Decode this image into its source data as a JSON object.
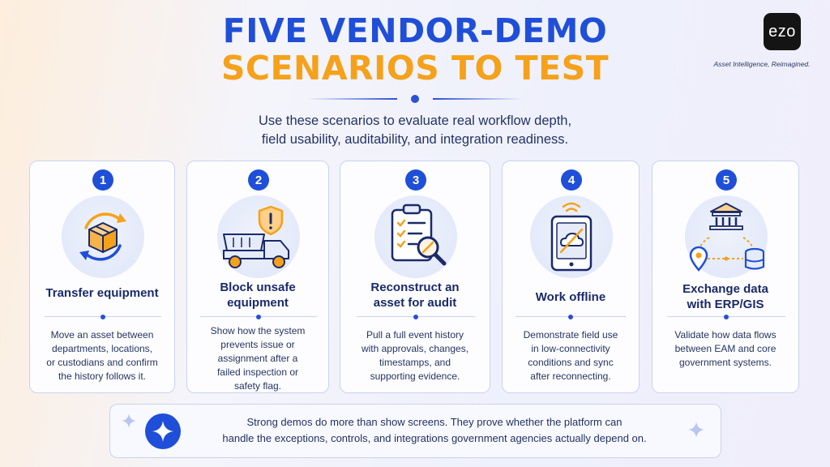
{
  "header": {
    "title_line1": "FIVE VENDOR-DEMO",
    "title_line2": "SCENARIOS TO TEST",
    "subtitle_line1": "Use these scenarios to evaluate real workflow depth,",
    "subtitle_line2": "field usability, auditability, and integration readiness."
  },
  "brand": {
    "logo_text": "ezo",
    "tagline": "Asset Intelligence, Reimagined."
  },
  "cards": [
    {
      "number": "1",
      "icon": "box-transfer-icon",
      "title_line1": "Transfer equipment",
      "title_line2": "",
      "desc": [
        "Move an asset between",
        "departments, locations,",
        "or custodians and confirm",
        "the history follows it."
      ]
    },
    {
      "number": "2",
      "icon": "truck-warning-icon",
      "title_line1": "Block unsafe",
      "title_line2": "equipment",
      "desc": [
        "Show how the system",
        "prevents issue or",
        "assignment after a",
        "failed inspection or",
        "safety flag."
      ]
    },
    {
      "number": "3",
      "icon": "clipboard-search-icon",
      "title_line1": "Reconstruct an",
      "title_line2": "asset for audit",
      "desc": [
        "Pull a full event history",
        "with approvals, changes,",
        "timestamps, and",
        "supporting evidence."
      ]
    },
    {
      "number": "4",
      "icon": "tablet-offline-icon",
      "title_line1": "Work offline",
      "title_line2": "",
      "desc": [
        "Demonstrate field use",
        "in low-connectivity",
        "conditions and sync",
        "after reconnecting."
      ]
    },
    {
      "number": "5",
      "icon": "erp-gis-exchange-icon",
      "title_line1": "Exchange data",
      "title_line2": "with ERP/GIS",
      "desc": [
        "Validate how data flows",
        "between EAM and core",
        "government systems."
      ]
    }
  ],
  "footer": {
    "line1": "Strong demos do more than show screens. They prove whether the platform can",
    "line2": "handle the exceptions, controls, and integrations government agencies actually depend on."
  },
  "colors": {
    "primary_blue": "#1f4fd8",
    "accent_orange": "#f5a11a",
    "card_border": "#c9d3f0",
    "text_dark": "#1a2a6a"
  }
}
